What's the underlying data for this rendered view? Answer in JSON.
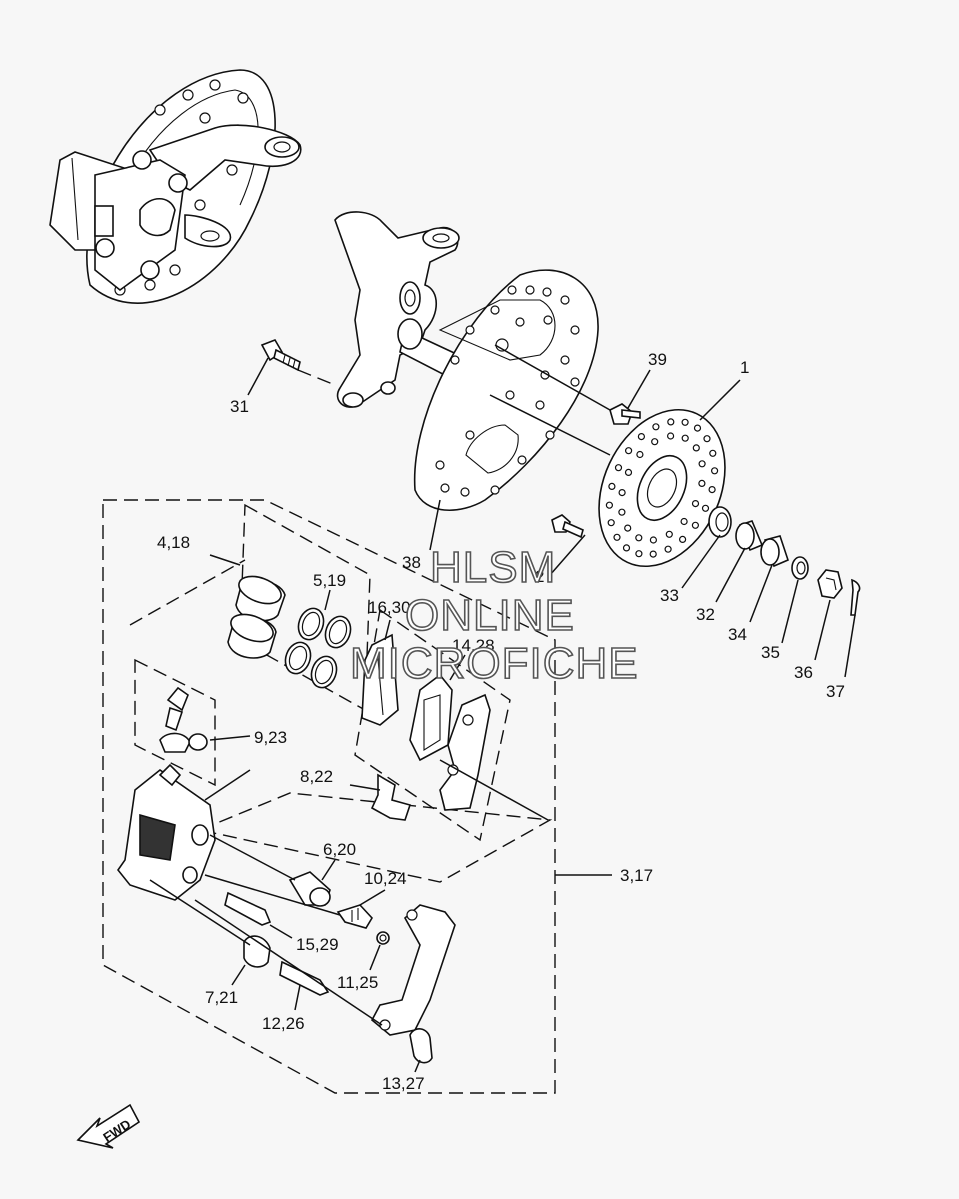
{
  "watermark": {
    "line1": "HLSM",
    "line2": "ONLINE",
    "line3": "MICROFICHE"
  },
  "direction_arrow": {
    "label": "FWD"
  },
  "callouts": [
    {
      "id": "c-39",
      "label": "39"
    },
    {
      "id": "c-1",
      "label": "1"
    },
    {
      "id": "c-31",
      "label": "31"
    },
    {
      "id": "c-4-18",
      "label": "4,18"
    },
    {
      "id": "c-5-19",
      "label": "5,19"
    },
    {
      "id": "c-16-30",
      "label": "16,30"
    },
    {
      "id": "c-14-28",
      "label": "14,28"
    },
    {
      "id": "c-38",
      "label": "38"
    },
    {
      "id": "c-2",
      "label": "2"
    },
    {
      "id": "c-33",
      "label": "33"
    },
    {
      "id": "c-32",
      "label": "32"
    },
    {
      "id": "c-34",
      "label": "34"
    },
    {
      "id": "c-35",
      "label": "35"
    },
    {
      "id": "c-36",
      "label": "36"
    },
    {
      "id": "c-37",
      "label": "37"
    },
    {
      "id": "c-9-23",
      "label": "9,23"
    },
    {
      "id": "c-8-22",
      "label": "8,22"
    },
    {
      "id": "c-3-17",
      "label": "3,17"
    },
    {
      "id": "c-6-20",
      "label": "6,20"
    },
    {
      "id": "c-10-24",
      "label": "10,24"
    },
    {
      "id": "c-15-29",
      "label": "15,29"
    },
    {
      "id": "c-11-25",
      "label": "11,25"
    },
    {
      "id": "c-7-21",
      "label": "7,21"
    },
    {
      "id": "c-12-26",
      "label": "12,26"
    },
    {
      "id": "c-13-27",
      "label": "13,27"
    }
  ]
}
